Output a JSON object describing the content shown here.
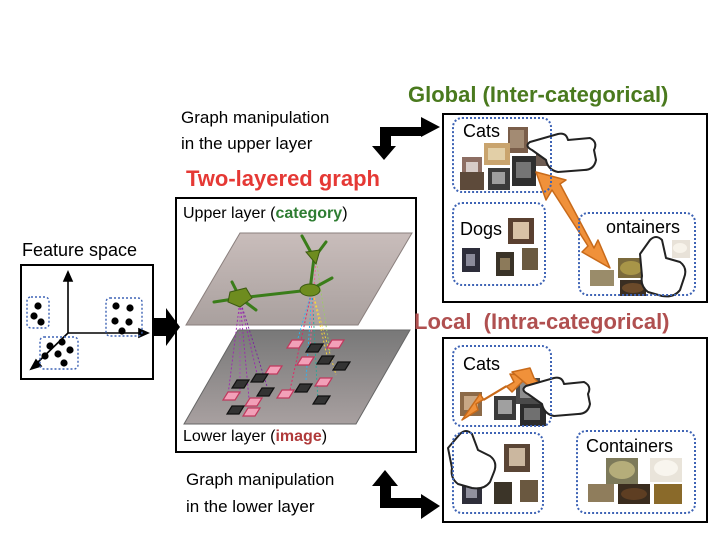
{
  "labels": {
    "feature_space": "Feature space",
    "title": "Two-layered graph",
    "upper_layer_prefix": "Upper layer (",
    "upper_layer_key": "category",
    "upper_layer_suffix": ")",
    "lower_layer_prefix": "Lower layer (",
    "lower_layer_key": "image",
    "lower_layer_suffix": ")",
    "manip_upper_line1": "Graph manipulation",
    "manip_upper_line2": "in the upper layer",
    "manip_lower_line1": "Graph manipulation",
    "manip_lower_line2": "in the lower layer",
    "global_title": "Global (Inter-categorical)",
    "local_title": "Local  (Intra-categorical)",
    "cats": "Cats",
    "dogs": "Dogs",
    "containers": "Containers",
    "containers_partial": "ontainers"
  },
  "colors": {
    "title_red": "#e53935",
    "global_green": "#4a7a1e",
    "local_brown": "#b05050",
    "category_green": "#2e7d32",
    "image_red": "#b03a3a",
    "dotted_blue": "#3f64b5",
    "orange_arrow": "#f0913a"
  }
}
